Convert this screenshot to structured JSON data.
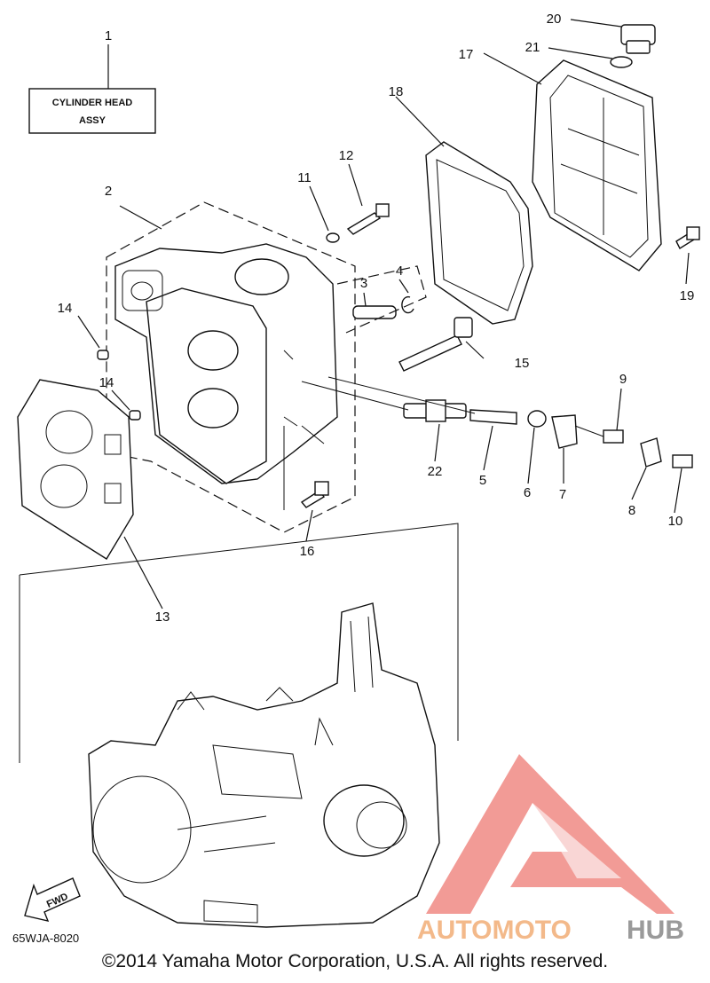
{
  "assembly_box": {
    "line1": "CYLINDER HEAD",
    "line2": "ASSY"
  },
  "fwd_label": "FWD",
  "diagram_code": "65WJA-8020",
  "copyright": "©2014 Yamaha Motor Corporation, U.S.A. All rights reserved.",
  "watermark": {
    "text_a": "AUTOMOTO",
    "text_b": "HUB",
    "color_a": "#f3b98a",
    "color_b": "#9a9a9a",
    "logo_color": "#f08a84"
  },
  "callouts": {
    "c1": "1",
    "c2": "2",
    "c3": "3",
    "c4": "4",
    "c5": "5",
    "c6": "6",
    "c7": "7",
    "c8": "8",
    "c9": "9",
    "c10": "10",
    "c11": "11",
    "c12": "12",
    "c13": "13",
    "c14a": "14",
    "c14b": "14",
    "c15": "15",
    "c16": "16",
    "c17": "17",
    "c18": "18",
    "c19": "19",
    "c20": "20",
    "c21": "21",
    "c22": "22"
  }
}
